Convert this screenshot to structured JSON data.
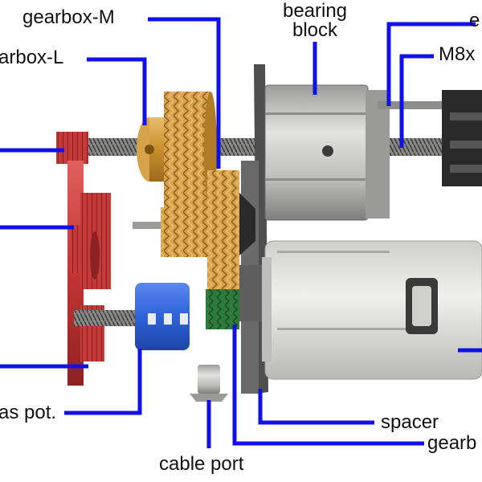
{
  "labels": {
    "gearbox_m": "gearbox-M",
    "gearbox_l": "arbox-L",
    "bearing_block_line1": "bearing",
    "bearing_block_line2": "block",
    "edge_top_right": "e",
    "m8x": "M8x",
    "pot": "as pot.",
    "spacer": "spacer",
    "gearb": "gearb",
    "cable_port": "cable port"
  },
  "colors": {
    "leader": "#1010e8",
    "red_gear": "#c8383a",
    "gold_gear": "#d6a24a",
    "green_gear": "#2f7a3a",
    "blue_pot": "#2f66e0",
    "plate": "#5a5a5a",
    "motor_body": "#d9d9d5",
    "block_metal": "#b8b8b6"
  }
}
